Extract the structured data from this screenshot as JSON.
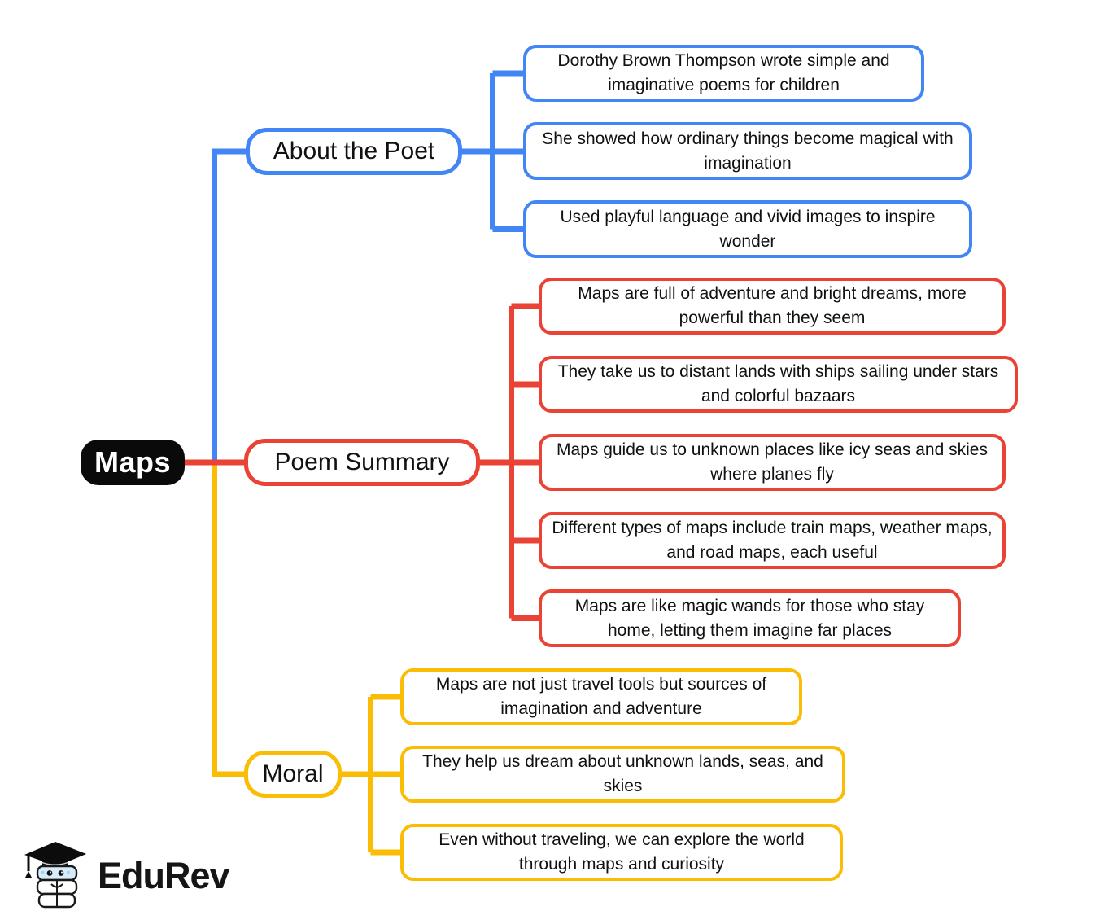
{
  "root": {
    "label": "Maps"
  },
  "branches": [
    {
      "label": "About the Poet",
      "color": "#4285F4",
      "children": [
        "Dorothy Brown Thompson wrote simple and imaginative poems for children",
        "She showed how ordinary things become magical with imagination",
        "Used playful language and vivid images to inspire wonder"
      ]
    },
    {
      "label": "Poem Summary",
      "color": "#EA4335",
      "children": [
        "Maps are full of adventure and bright dreams, more powerful than they seem",
        "They take us to distant lands with ships sailing under stars and colorful bazaars",
        "Maps guide us to unknown places like icy seas and skies where planes fly",
        "Different types of maps include train maps, weather maps, and road maps, each useful",
        "Maps are like magic wands for those who stay home, letting them imagine far places"
      ]
    },
    {
      "label": "Moral",
      "color": "#FBBC05",
      "children": [
        "Maps are not just travel tools but sources of imagination and adventure",
        "They help us dream about unknown lands, seas, and skies",
        "Even without traveling, we can explore the world through maps and curiosity"
      ]
    }
  ],
  "logo": {
    "text": "EduRev"
  },
  "colors": {
    "blue": "#4285F4",
    "red": "#EA4335",
    "yellow": "#FBBC05",
    "root_bg": "#0A0A0A",
    "root_text": "#FFFFFF",
    "background": "#FFFFFF"
  }
}
